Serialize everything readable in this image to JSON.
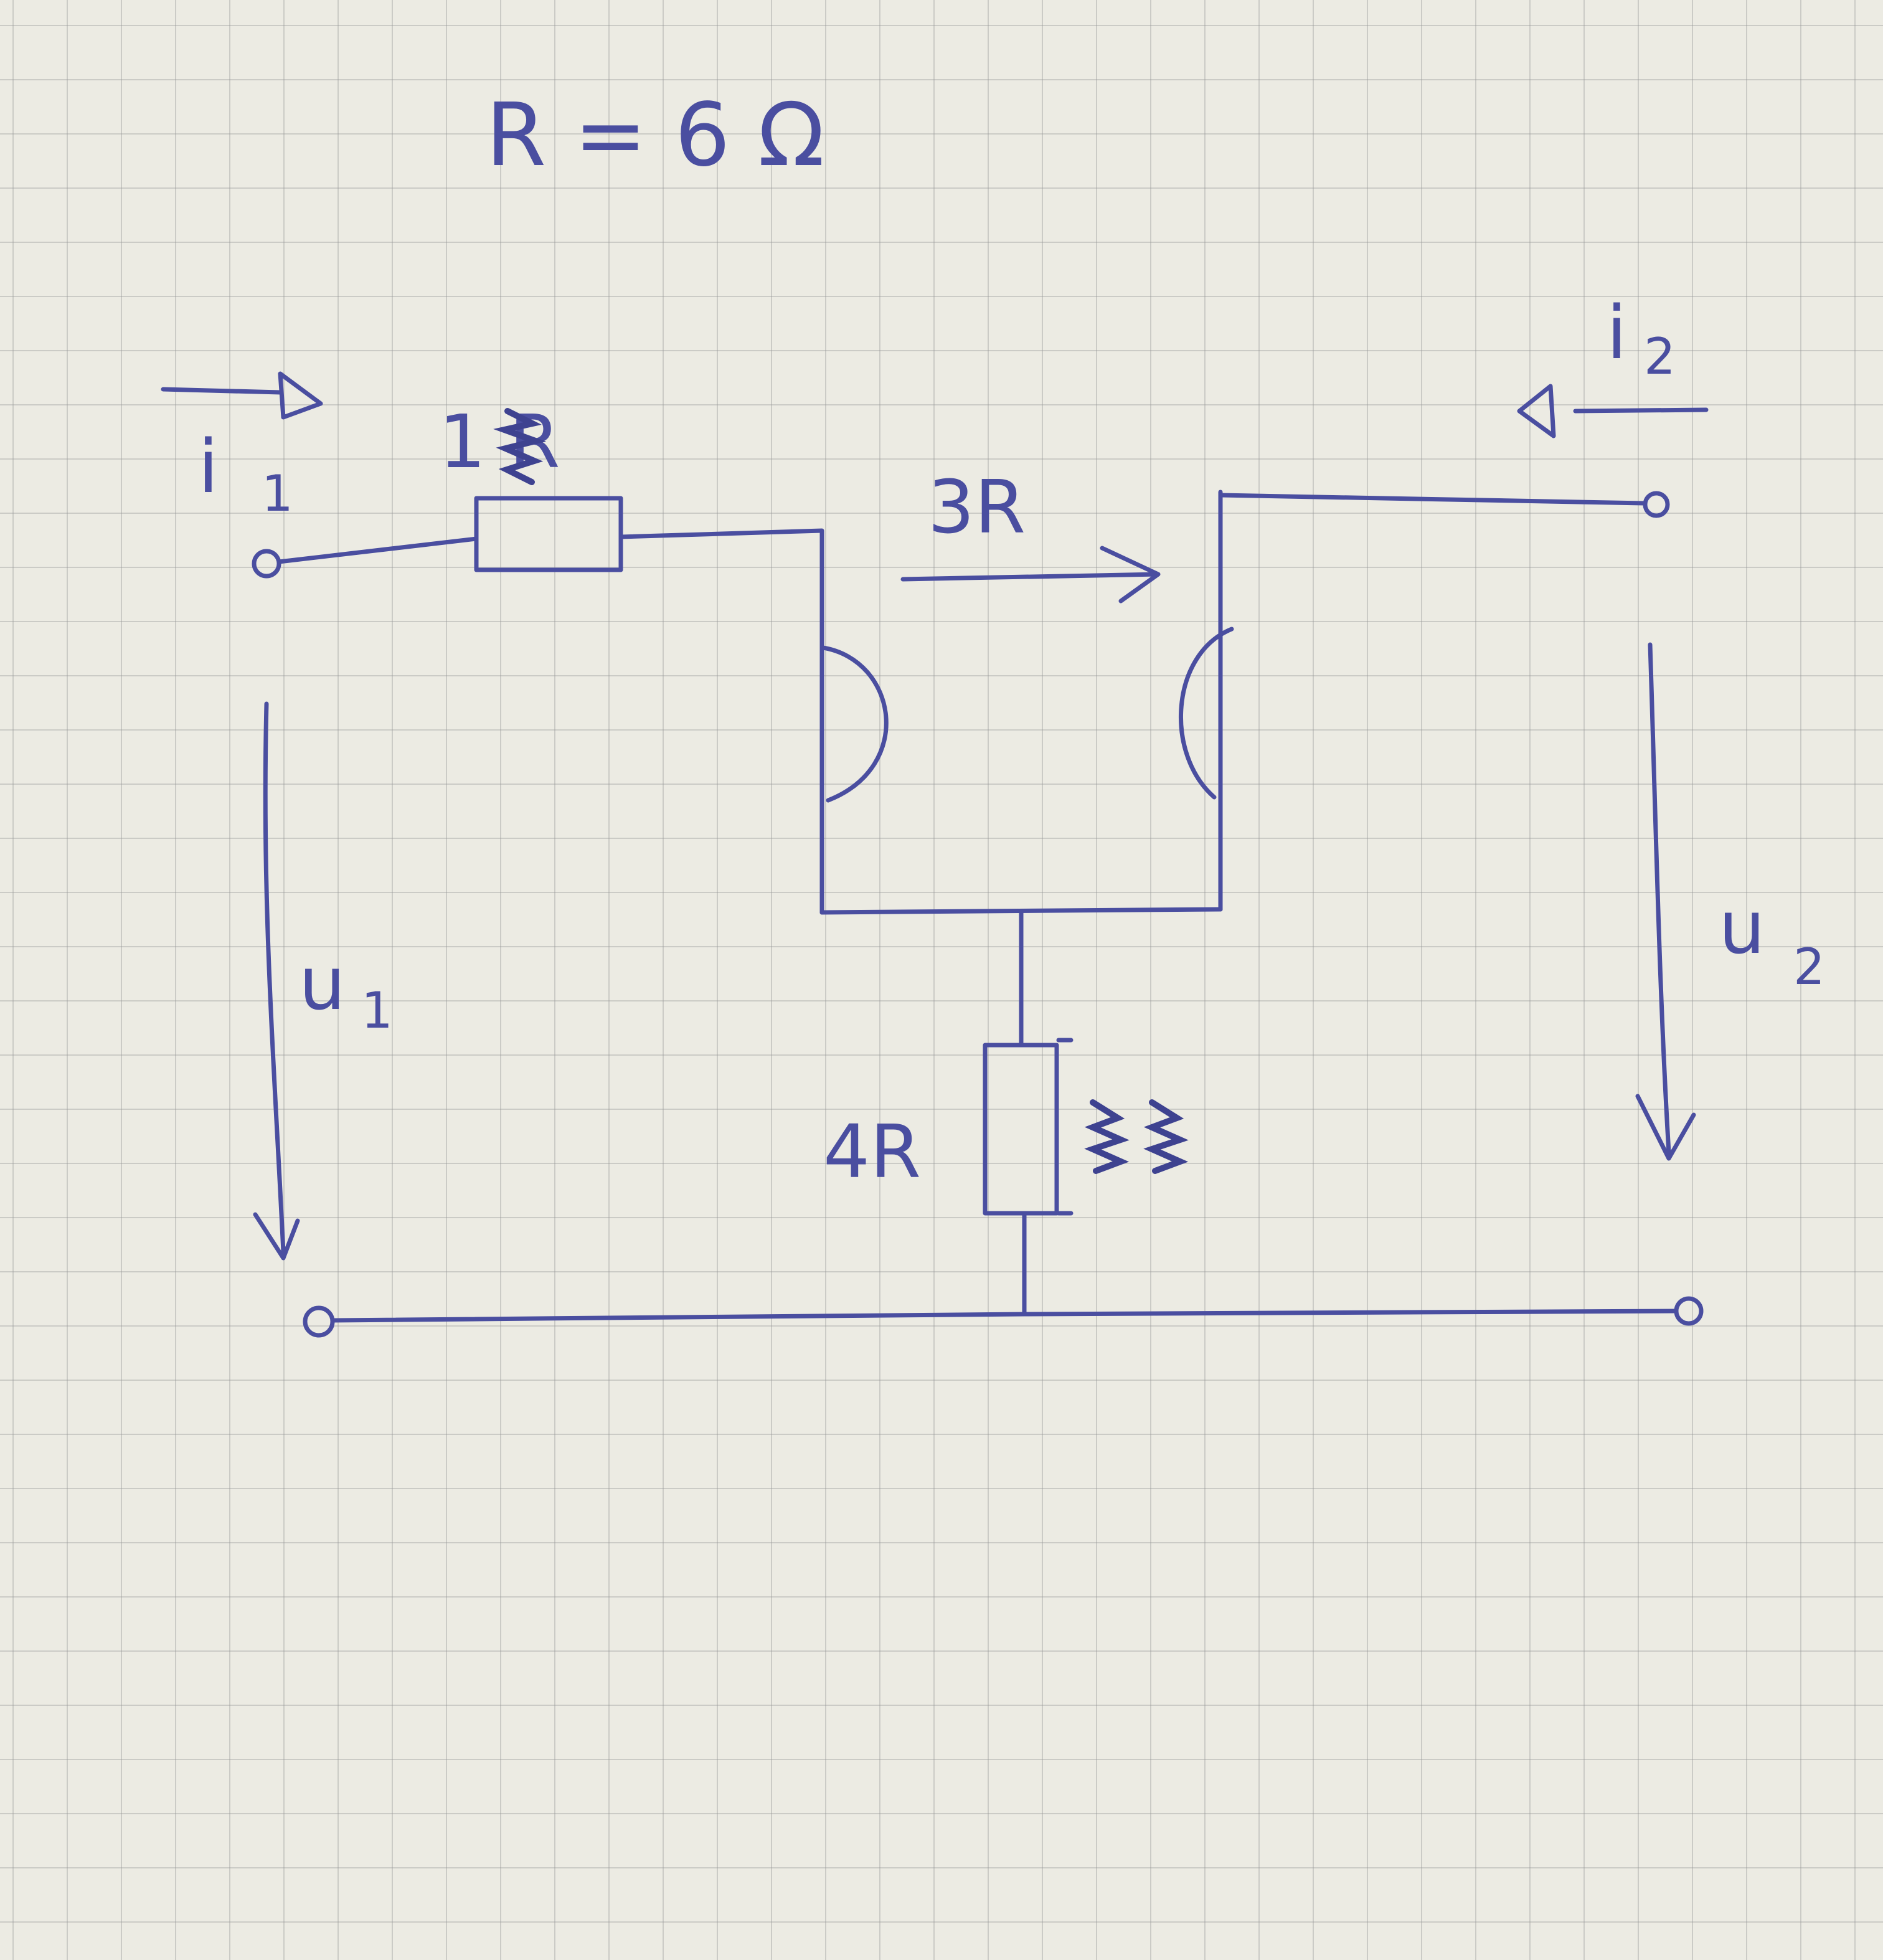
{
  "title": "R = 6 Ω",
  "components": {
    "r1": "1 R",
    "r3": "3R",
    "r4": "4R"
  },
  "labels": {
    "i1": "i",
    "i1_sub": "1",
    "i2": "i",
    "i2_sub": "2",
    "u1": "u",
    "u1_sub": "1",
    "u2": "u",
    "u2_sub": "2"
  },
  "colors": {
    "ink": "#4a4ea0",
    "paper": "#ecebe3",
    "grid": "#969696"
  }
}
